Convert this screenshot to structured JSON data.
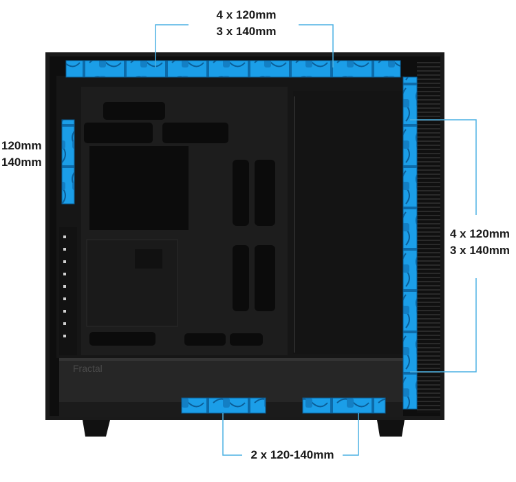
{
  "fan_mounts": {
    "top": {
      "line1": "4 x 120mm",
      "line2": "3 x 140mm"
    },
    "rear": {
      "line1": "120mm",
      "line2": "140mm"
    },
    "front": {
      "line1": "4 x 120mm",
      "line2": "3 x 140mm"
    },
    "bottom": {
      "line1": "2 x 120-140mm"
    }
  },
  "case": {
    "logo_text": "Fractal"
  },
  "colors": {
    "fan": "#1a9be6",
    "fan_dark": "#0a5d96",
    "case_body": "#161616",
    "line": "#4bb1e3",
    "text": "#1a1a1a"
  },
  "icons": [
    "fan-icon"
  ]
}
